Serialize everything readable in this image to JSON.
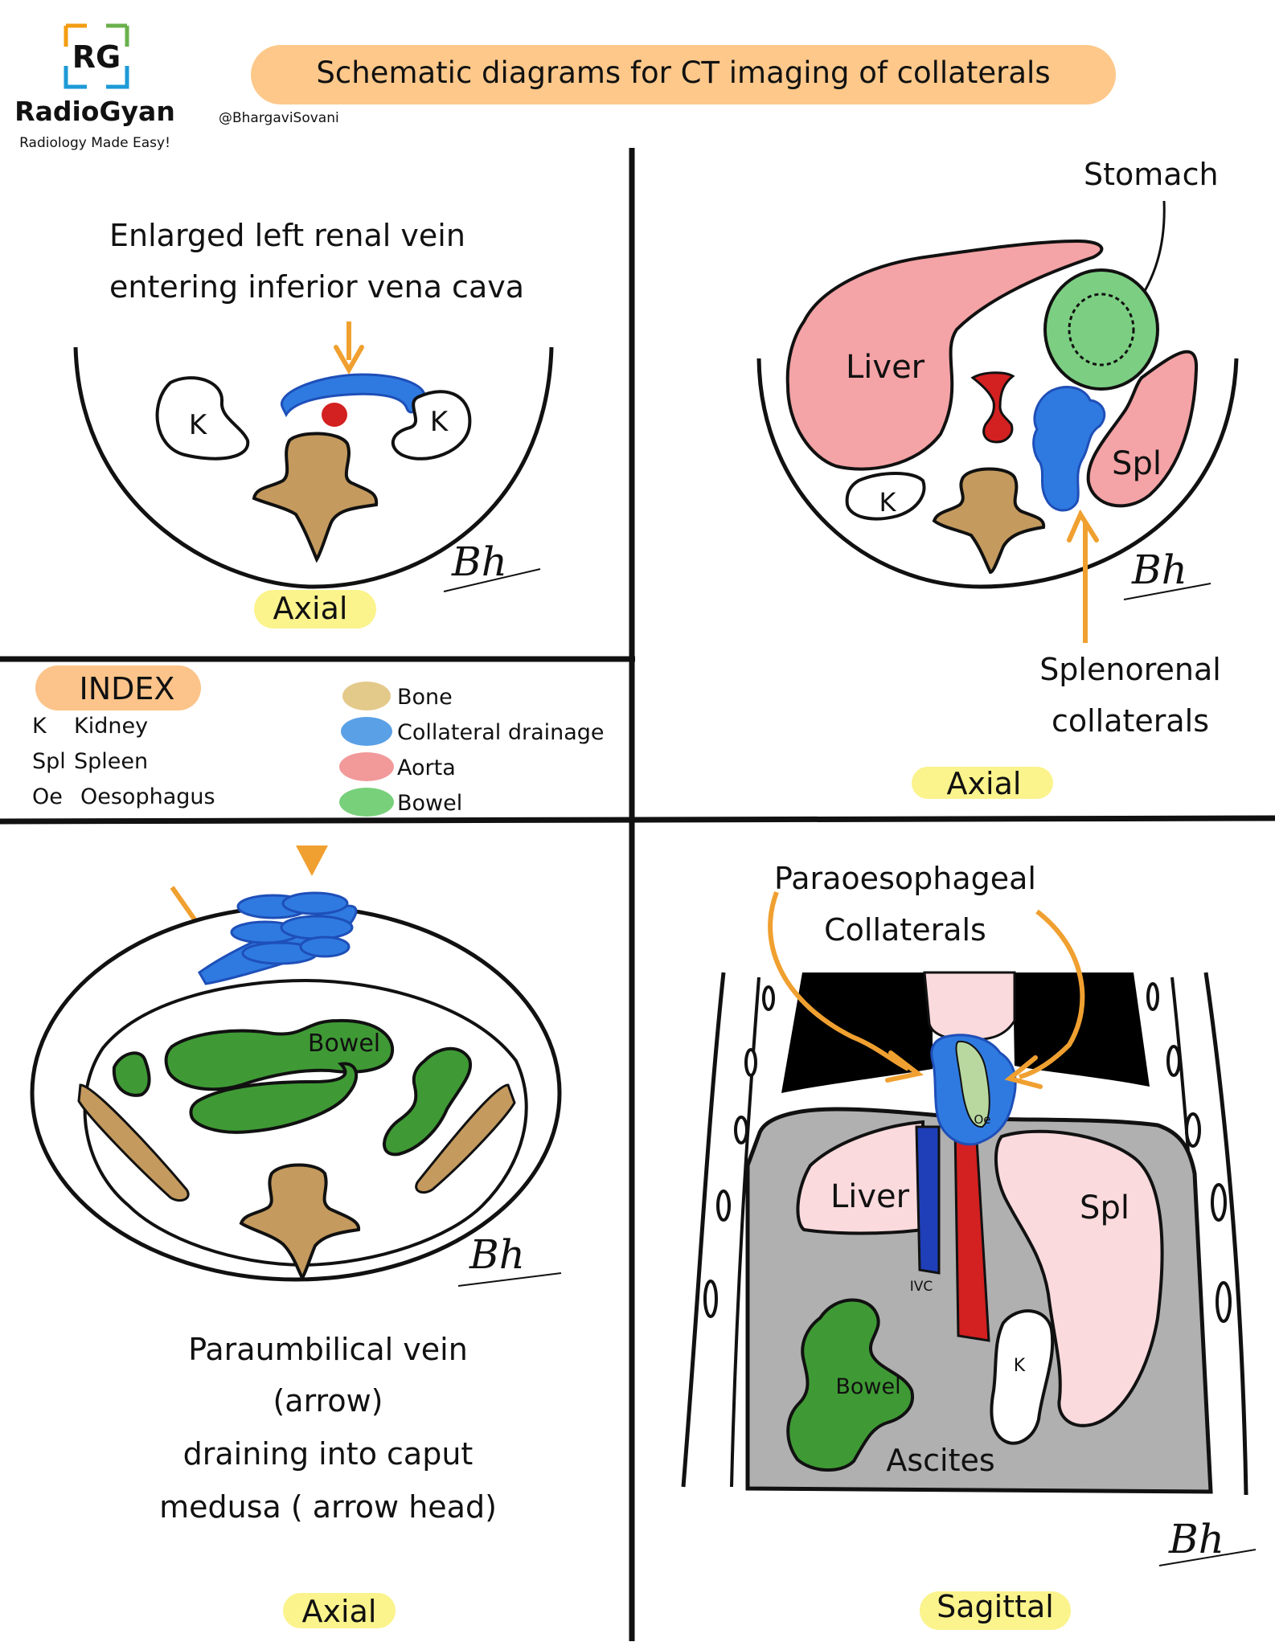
{
  "logo": {
    "mark": "RG",
    "name": "RadioGyan",
    "tagline": "Radiology Made Easy!",
    "colors": {
      "r": "#e8663d",
      "g": "#1e9ad6",
      "frame_orange": "#f39c12",
      "frame_green": "#6ab04c",
      "frame_blue": "#1e9ad6"
    }
  },
  "author_handle": "@BhargaviSovani",
  "title": "Schematic diagrams for CT imaging of collaterals",
  "signature": "Bh",
  "panel_tl": {
    "caption_line1": "Enlarged left renal vein",
    "caption_line2": "entering inferior vena cava",
    "kidney_left": "K",
    "kidney_right": "K",
    "view": "Axial"
  },
  "panel_tr": {
    "stomach": "Stomach",
    "liver": "Liver",
    "spleen": "Spl",
    "kidney": "K",
    "caption_line1": "Splenorenal",
    "caption_line2": "collaterals",
    "view": "Axial"
  },
  "index": {
    "title": "INDEX",
    "abbreviations": [
      {
        "abbr": "K",
        "meaning": "Kidney"
      },
      {
        "abbr": "Spl",
        "meaning": "Spleen"
      },
      {
        "abbr": "Oe",
        "meaning": "Oesophagus"
      }
    ],
    "legend": [
      {
        "label": "Bone",
        "color": "#e3c98a"
      },
      {
        "label": "Collateral drainage",
        "color": "#5aa0e6"
      },
      {
        "label": "Aorta",
        "color": "#f2999a"
      },
      {
        "label": "Bowel",
        "color": "#78d07a"
      }
    ]
  },
  "panel_bl": {
    "bowel": "Bowel",
    "caption_lines": [
      "Paraumbilical vein",
      "(arrow)",
      "draining into caput",
      "medusa ( arrow head)"
    ],
    "view": "Axial"
  },
  "panel_br": {
    "caption_line1": "Paraoesophageal",
    "caption_line2": "Collaterals",
    "oesophagus": "Oe",
    "liver": "Liver",
    "spleen": "Spl",
    "ivc": "IVC",
    "bowel": "Bowel",
    "kidney": "K",
    "ascites": "Ascites",
    "view": "Sagittal"
  },
  "colors": {
    "title_pill": "#fdc88a",
    "view_highlight": "#fbf38c",
    "index_pill": "#fcc48a",
    "arrow": "#f0a030",
    "collateral": "#2f7ae0",
    "collateral_dark": "#1e4fb8",
    "aorta_red": "#d32020",
    "liver_pink": "#f4a3a6",
    "organ_light_pink": "#fadadd",
    "stomach_green": "#7ccf82",
    "bowel_green": "#3f9a35",
    "bone": "#c49a5e",
    "ascites_grey": "#b0b0b0"
  }
}
